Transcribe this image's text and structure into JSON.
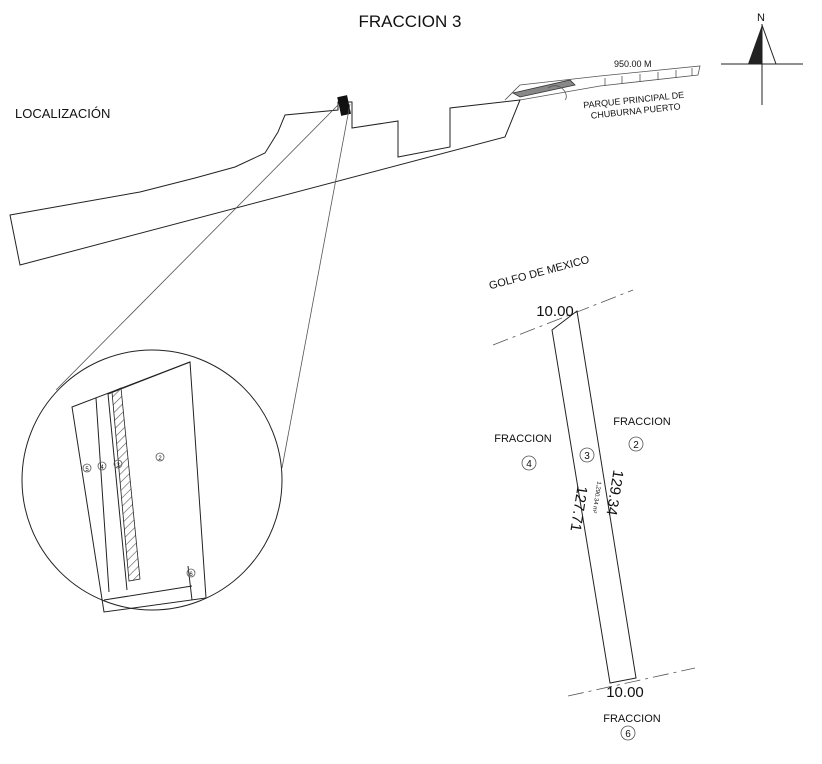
{
  "title": "FRACCION 3",
  "north_label": "N",
  "localizacion_label": "LOCALIZACIÓN",
  "distance_label": "950.00 M",
  "park_label_line1": "PARQUE PRINCIPAL DE",
  "park_label_line2": "CHUBURNA PUERTO",
  "gulf_label": "GOLFO DE MEXICO",
  "dim_top": "10.00",
  "dim_bottom": "10.00",
  "dim_left": "127.71",
  "dim_right": "129.34",
  "area_label": "1,290.34 m²",
  "fraccion_word": "FRACCION",
  "lot_numbers": {
    "left": "4",
    "center": "3",
    "right": "2",
    "bottom": "6"
  },
  "inset_numbers": [
    "5",
    "4",
    "3",
    "2",
    "6"
  ],
  "colors": {
    "line": "#222222",
    "hatch": "#555555",
    "background": "#ffffff"
  }
}
